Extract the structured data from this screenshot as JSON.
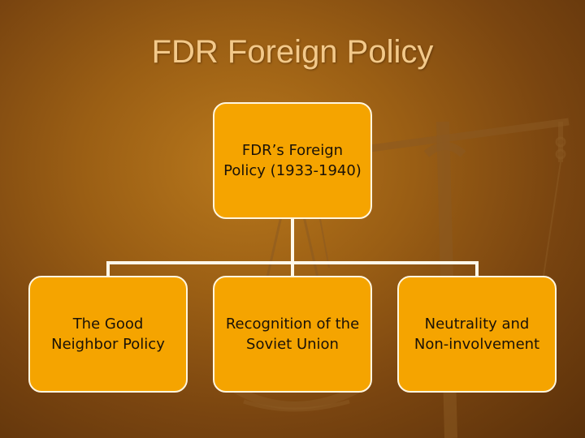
{
  "slide": {
    "title": "FDR Foreign Policy"
  },
  "diagram": {
    "root": {
      "label": "FDR’s Foreign Policy (1933-1940)"
    },
    "children": [
      {
        "label": "The Good Neighbor Policy"
      },
      {
        "label": "Recognition of the Soviet Union"
      },
      {
        "label": "Neutrality and Non-involvement"
      }
    ]
  },
  "colors": {
    "node_fill": "#f5a400",
    "node_border": "#fff6e0",
    "connector": "#fff8ea",
    "title": "#f3c98a",
    "background": "#8a5212"
  }
}
